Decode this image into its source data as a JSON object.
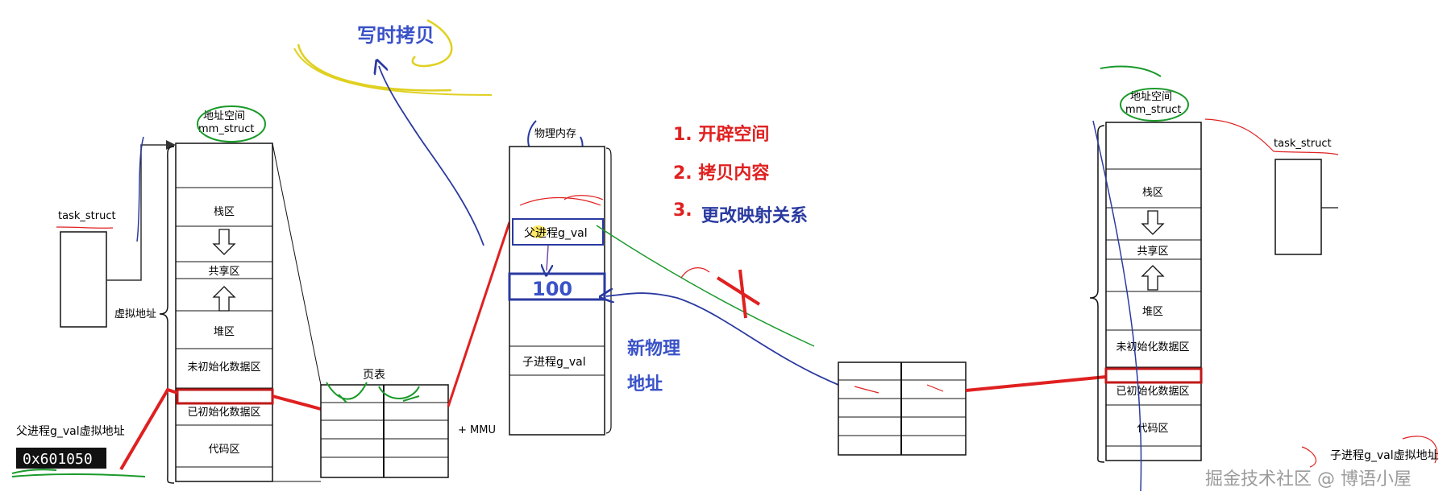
{
  "title": "写时拷贝",
  "steps": [
    "1. 开辟空间",
    "2. 拷贝内容",
    "3. 更改映射关系"
  ],
  "left_process": {
    "task_struct": "task_struct",
    "address_space": "地址空间",
    "mm_struct": "mm_struct",
    "virtual_address": "虚拟地址",
    "segments": [
      "栈区",
      "共享区",
      "堆区",
      "未初始化数据区",
      "已初始化数据区",
      "代码区"
    ],
    "var_label": "父进程g_val虚拟地址",
    "address": "0x601050"
  },
  "page_table": {
    "label": "页表",
    "mmu": "+ MMU"
  },
  "physical_memory": {
    "label": "物理内存",
    "parent_cell": "父进程g_val",
    "value": "100",
    "child_cell": "子进程g_val",
    "new_addr_line1": "新物理",
    "new_addr_line2": "地址"
  },
  "right_process": {
    "address_space": "地址空间",
    "mm_struct": "mm_struct",
    "task_struct": "task_struct",
    "segments": [
      "栈区",
      "共享区",
      "堆区",
      "未初始化数据区",
      "已初始化数据区",
      "代码区"
    ],
    "var_label": "子进程g_val虚拟地址"
  },
  "watermark": "掘金技术社区 @ 博语小屋",
  "colors": {
    "red": "#e02020",
    "blue": "#2a3aa0",
    "green": "#1a9a2a",
    "yellow": "#e0d020",
    "dark_red": "#c01818"
  }
}
